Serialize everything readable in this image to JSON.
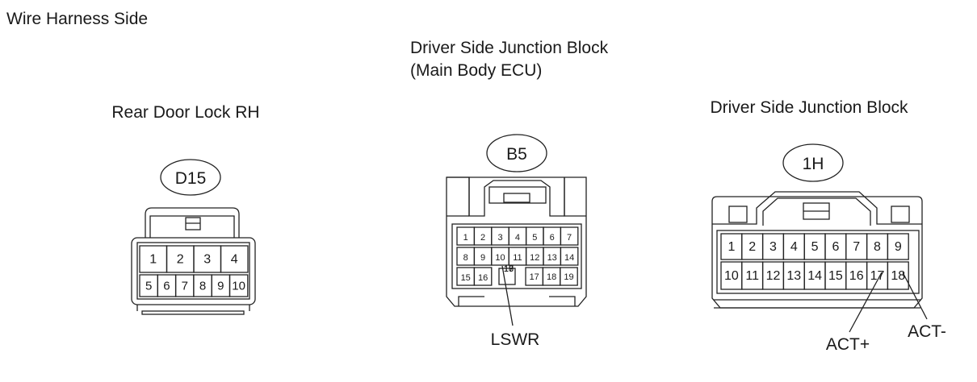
{
  "view_label": "Wire Harness Side",
  "connectors": [
    {
      "id": "D15",
      "title_lines": [
        "Rear Door Lock RH"
      ],
      "pins_row1": [
        "1",
        "2",
        "3",
        "4"
      ],
      "pins_row2": [
        "5",
        "6",
        "7",
        "8",
        "9",
        "10"
      ]
    },
    {
      "id": "B5",
      "title_lines": [
        "Driver Side Junction Block",
        "(Main Body ECU)"
      ],
      "pins_row1": [
        "1",
        "2",
        "3",
        "4",
        "5",
        "6",
        "7"
      ],
      "pins_row2": [
        "8",
        "9",
        "10",
        "11",
        "12",
        "13",
        "14"
      ],
      "pins_row3": [
        "15",
        "16",
        "",
        "17",
        "18",
        "19"
      ],
      "callouts": [
        {
          "label": "LSWR",
          "pin": "10"
        }
      ]
    },
    {
      "id": "1H",
      "title_lines": [
        "Driver Side Junction Block"
      ],
      "pins_row1": [
        "1",
        "2",
        "3",
        "4",
        "5",
        "6",
        "7",
        "8",
        "9"
      ],
      "pins_row2": [
        "10",
        "11",
        "12",
        "13",
        "14",
        "15",
        "16",
        "17",
        "18"
      ],
      "callouts": [
        {
          "label": "ACT+",
          "pin": "17"
        },
        {
          "label": "ACT-",
          "pin": "18"
        }
      ]
    }
  ]
}
